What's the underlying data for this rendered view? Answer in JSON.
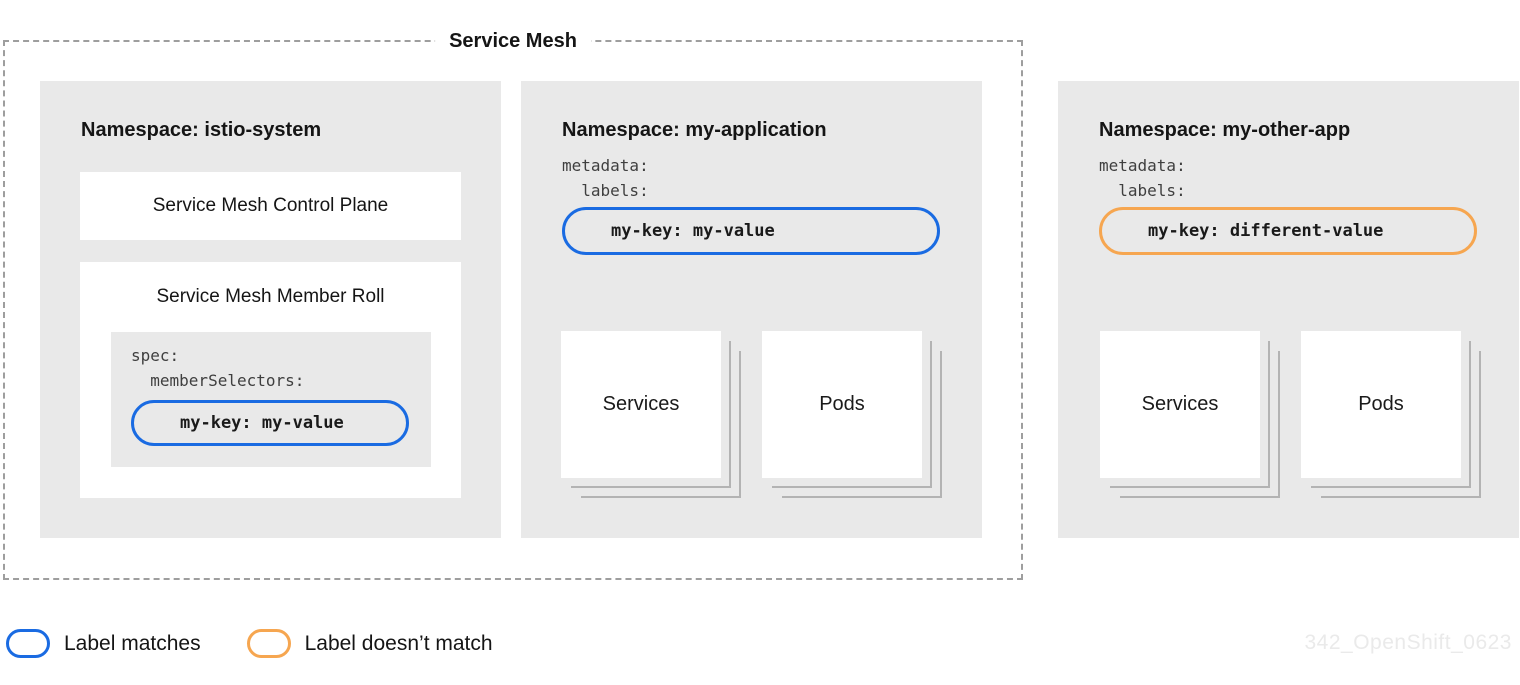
{
  "mesh": {
    "title": "Service Mesh"
  },
  "namespaces": [
    {
      "title": "Namespace: istio-system",
      "control_plane_label": "Service Mesh Control Plane",
      "member_roll": {
        "title": "Service Mesh Member Roll",
        "code_line1": "spec:",
        "code_line2": "  memberSelectors:",
        "pill": "my-key: my-value",
        "pill_state": "match"
      }
    },
    {
      "title": "Namespace: my-application",
      "code_line1": "metadata:",
      "code_line2": "  labels:",
      "pill": "my-key: my-value",
      "pill_state": "match",
      "resources": [
        "Services",
        "Pods"
      ]
    },
    {
      "title": "Namespace: my-other-app",
      "code_line1": "metadata:",
      "code_line2": "  labels:",
      "pill": "my-key: different-value",
      "pill_state": "no-match",
      "resources": [
        "Services",
        "Pods"
      ]
    }
  ],
  "legend": {
    "match_label": "Label matches",
    "no_match_label": "Label doesn’t match"
  },
  "watermark": "342_OpenShift_0623",
  "colors": {
    "match_border": "#1a6be2",
    "no_match_border": "#f6a650",
    "panel_background": "#e9e9e9",
    "stack_line": "#b3b3b3",
    "dashed_border": "#9e9e9e",
    "heading_text": "#151515",
    "code_text": "#3f3f3f",
    "watermark_text": "#eaeaea"
  }
}
